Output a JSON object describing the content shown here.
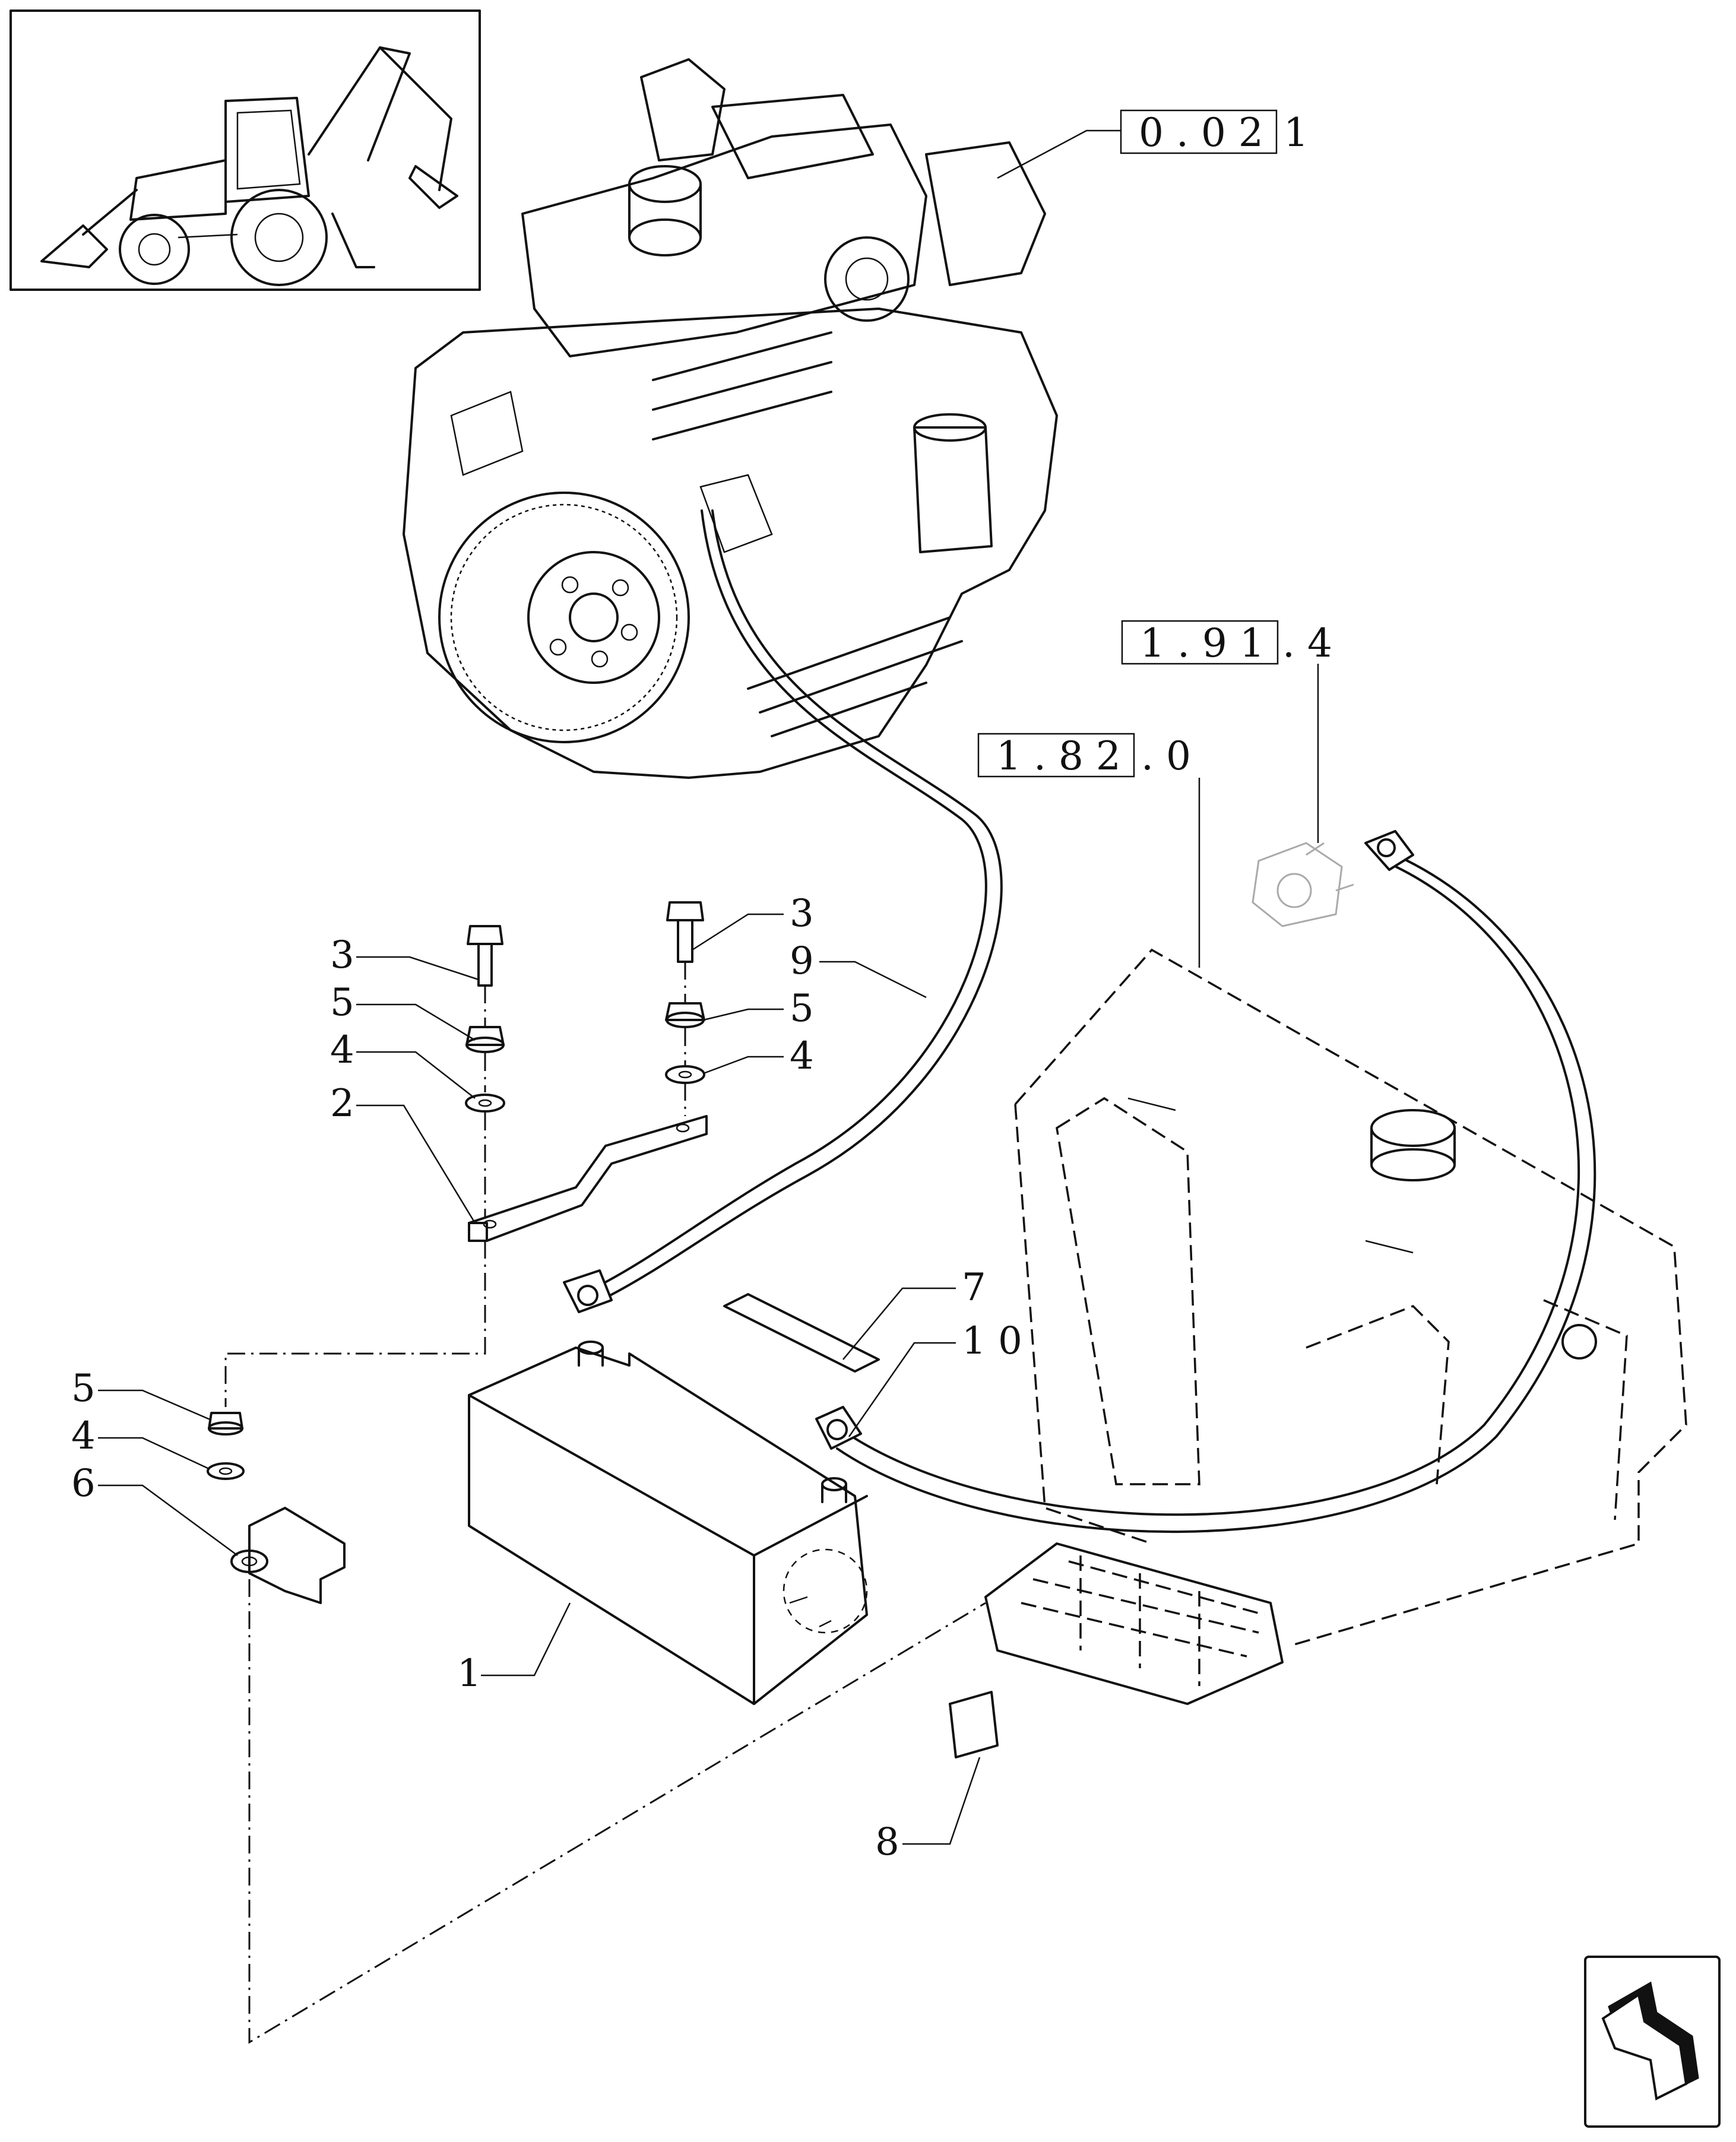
{
  "references": [
    {
      "id": "ref-0-02",
      "boxed": "0 . 0 2",
      "suffix": "1"
    },
    {
      "id": "ref-1-91",
      "boxed": "1 . 9 1",
      "suffix": ". 4"
    },
    {
      "id": "ref-1-82",
      "boxed": "1 . 8 2",
      "suffix": ". 0"
    }
  ],
  "callouts": {
    "c1": "1",
    "c2": "2",
    "c3a": "3",
    "c3b": "3",
    "c4a": "4",
    "c4b": "4",
    "c4c": "4",
    "c5a": "5",
    "c5b": "5",
    "c5c": "5",
    "c6": "6",
    "c7": "7",
    "c8": "8",
    "c9": "9",
    "c10": "1 0"
  },
  "icons": {
    "thumbnail": "backhoe-loader-icon",
    "navigation": "next-page-arrow-icon"
  }
}
